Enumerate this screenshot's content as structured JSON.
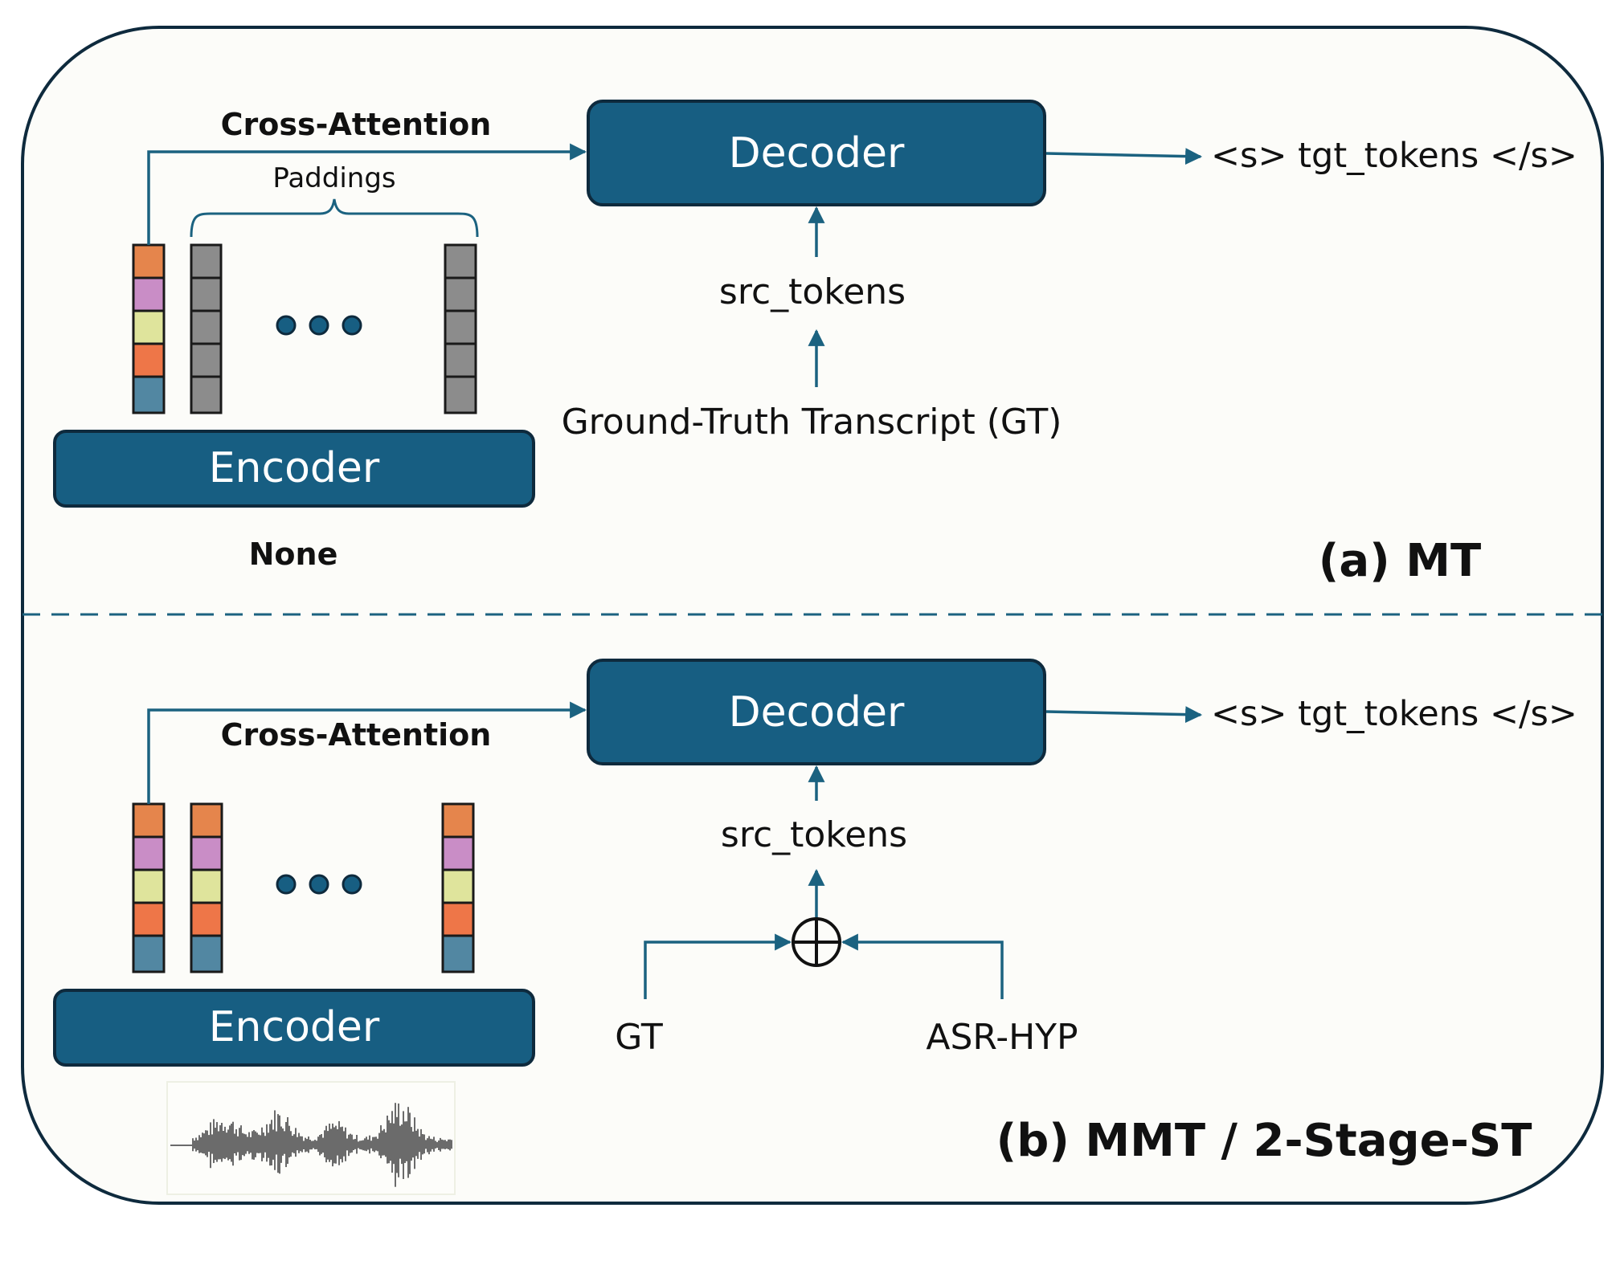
{
  "colors": {
    "frame_fill": "#FCFCF9",
    "frame_stroke": "#0E2A3D",
    "box_fill": "#175E82",
    "line": "#1B6280",
    "text": "#111111",
    "dot": "#175E82",
    "pad_cell": "#8C8C8C",
    "token_colors": [
      "#E5854C",
      "#C98DC6",
      "#DFE49C",
      "#EE7648",
      "#5287A2"
    ]
  },
  "panel_a": {
    "label": "(a) MT",
    "cross_attention": "Cross-Attention",
    "paddings": "Paddings",
    "decoder": "Decoder",
    "encoder": "Encoder",
    "encoder_input": "None",
    "output": "<s> tgt_tokens </s>",
    "src_tokens": "src_tokens",
    "source": "Ground-Truth Transcript (GT)"
  },
  "panel_b": {
    "label": "(b) MMT / 2-Stage-ST",
    "cross_attention": "Cross-Attention",
    "decoder": "Decoder",
    "encoder": "Encoder",
    "output": "<s> tgt_tokens </s>",
    "src_tokens": "src_tokens",
    "input_left": "GT",
    "input_right": "ASR-HYP"
  },
  "icons": {
    "combine": "circled-plus-icon",
    "ellipsis": "ellipsis-dots-icon",
    "audio": "waveform-icon"
  }
}
